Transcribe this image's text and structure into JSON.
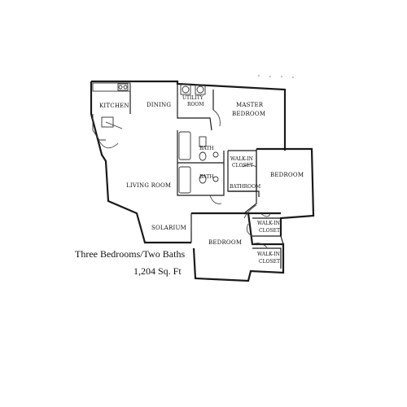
{
  "rooms": {
    "kitchen": "KITCHEN",
    "dining": "DINING",
    "utility_line1": "UTILITY",
    "utility_line2": "ROOM",
    "master_line1": "MASTER",
    "master_line2": "BEDROOM",
    "bath1": "BATH",
    "bath2": "BATH",
    "walkin_line1": "WALK-IN",
    "walkin_line2": "CLOSET",
    "bedroom_right": "BEDROOM",
    "living": "LIVING ROOM",
    "bathroom_closet": "BATHROOM",
    "walkin2_line1": "WALK-IN",
    "walkin2_line2": "CLOSET",
    "solarium": "SOLARIUM",
    "bedroom_bottom": "BEDROOM",
    "walkin3_line1": "WALK-IN",
    "walkin3_line2": "CLOSET"
  },
  "caption": {
    "line1": "Three Bedrooms/Two Baths",
    "line2": "1,204 Sq. Ft"
  }
}
